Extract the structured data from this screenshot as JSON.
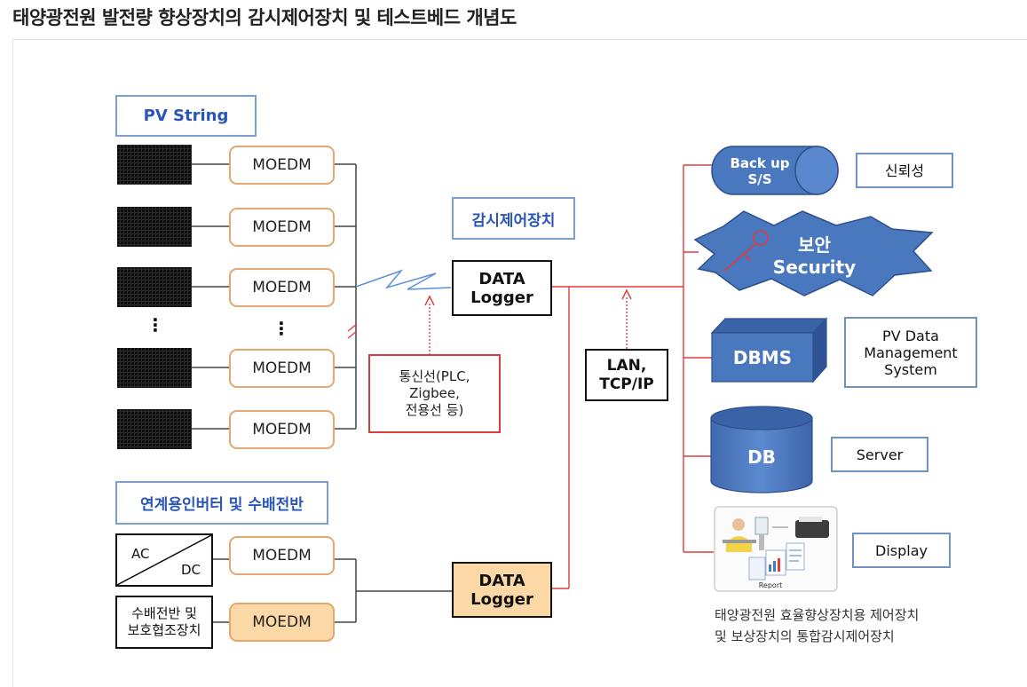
{
  "title": "태양광전원 발전량 향상장치의 감시제어장치 및 테스트베드 개념도",
  "pv_string_label": "PV String",
  "moedm_label": "MOEDM",
  "dots": "⋮",
  "monitor_label": "감시제어장치",
  "data_logger_label": [
    "DATA",
    "Logger"
  ],
  "comm_line_label": [
    "통신선(PLC,",
    "Zigbee,",
    "전용선 등)"
  ],
  "lan_label": [
    "LAN,",
    "TCP/IP"
  ],
  "inverter_label": "연계용인버터 및 수배전반",
  "ac_label": "AC",
  "dc_label": "DC",
  "switchboard_label": [
    "수배전반 및",
    "보호협조장치"
  ],
  "backup_label": [
    "Back up",
    "S/S"
  ],
  "reliability_label": "신뢰성",
  "security_label": [
    "보안",
    "Security"
  ],
  "dbms_label": "DBMS",
  "pvdata_label": [
    "PV Data",
    "Management",
    "System"
  ],
  "db_label": "DB",
  "server_label": "Server",
  "report_label": "Report",
  "display_label": "Display",
  "caption": [
    "태양광전원 효율향상장치용 제어장치",
    "및 보상장치의 통합감시제어장치"
  ],
  "colors": {
    "blue_accent": "#2a55b8",
    "orange_border": "#e1a86f",
    "orange_fill": "#fbd8a6",
    "red_line": "#e23b3b",
    "shape_blue": "#4a78bf"
  }
}
